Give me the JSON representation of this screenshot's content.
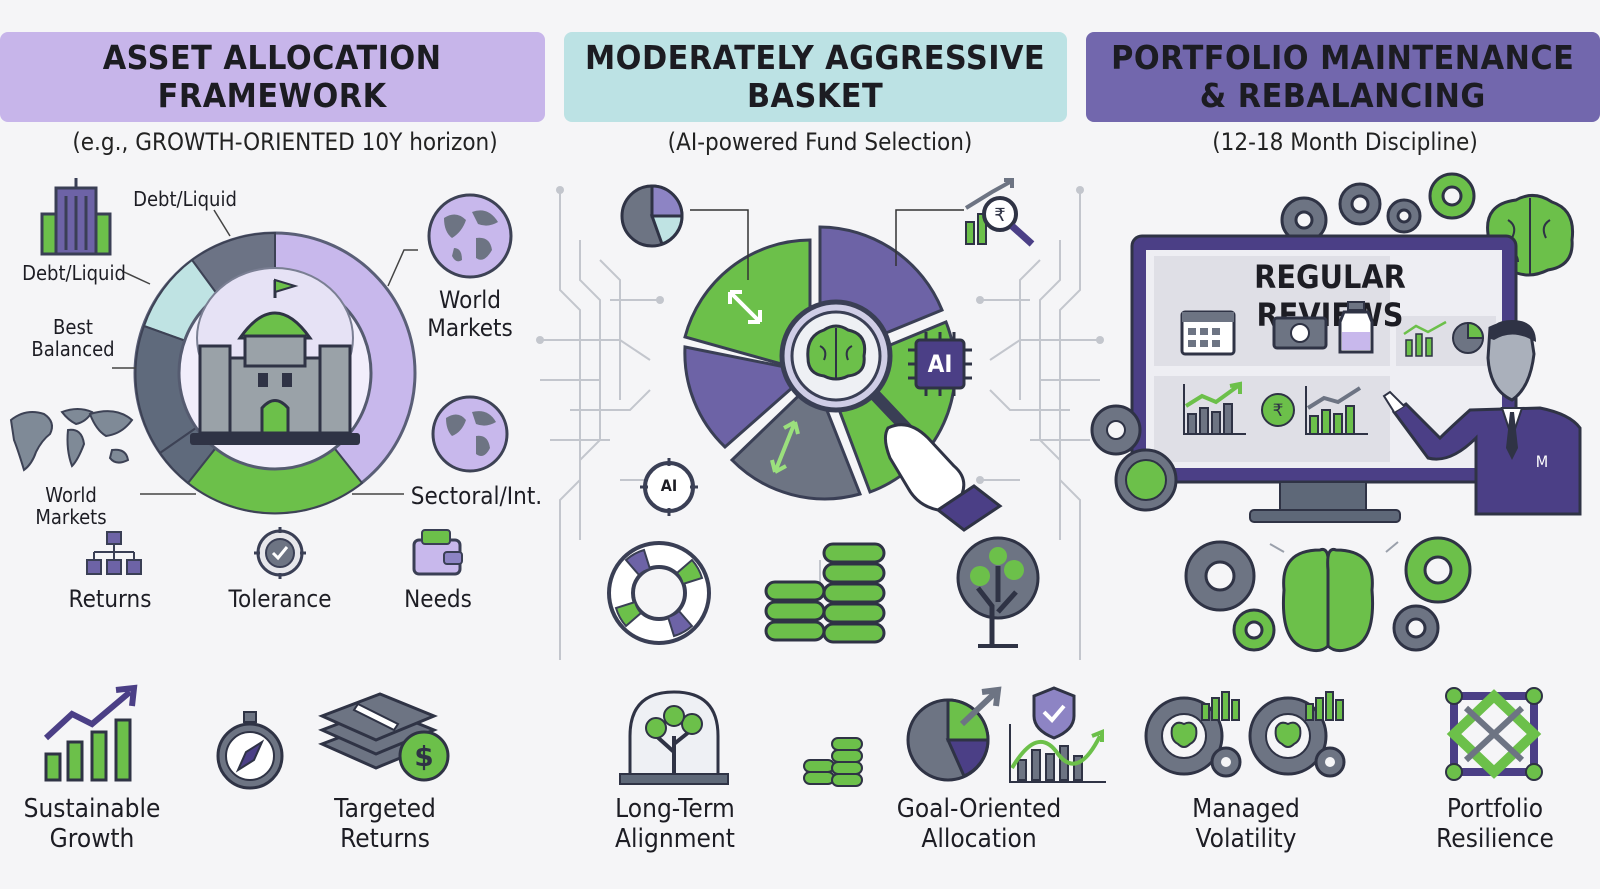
{
  "colors": {
    "purple_light": "#c5b3e8",
    "teal_light": "#b8e0e2",
    "purple_dark": "#6d63a6",
    "green": "#6cc04a",
    "slate": "#5e6878",
    "dark_purple": "#4b3f86"
  },
  "panels": {
    "asset": {
      "title": "ASSET ALLOCATION\nFRAMEWORK",
      "subtitle": "(e.g., GROWTH-ORIENTED 10Y horizon)"
    },
    "basket": {
      "title": "MODERATELY AGGRESSIVE\nBASKET",
      "subtitle": "(AI-powered Fund Selection)"
    },
    "maint": {
      "title": "PORTFOLIO MAINTENANCE\n& REBALANCING",
      "subtitle": "(12-18 Month Discipline)"
    }
  },
  "asset_labels": {
    "debt1": "Debt/Liquid",
    "debt2": "Debt/Liquid",
    "best_balanced": "Best\nBalanced",
    "world_markets_right": "World\nMarkets",
    "world_markets_left": "World Markets",
    "sectoral": "Sectoral/Int."
  },
  "asset_icons": [
    {
      "icon": "org-chart-icon",
      "label": "Returns"
    },
    {
      "icon": "target-check-icon",
      "label": "Tolerance"
    },
    {
      "icon": "wallet-icon",
      "label": "Needs"
    }
  ],
  "ai_labels": {
    "chip": "AI",
    "badge": "AI"
  },
  "reviews_title": "REGULAR REVIEWS",
  "person_badge": "M",
  "outcomes": [
    {
      "icon": "growth-chart-icon",
      "label": "Sustainable\nGrowth"
    },
    {
      "icon": "compass-icon",
      "label": ""
    },
    {
      "icon": "cash-stack-icon",
      "label": "Targeted\nReturns"
    },
    {
      "icon": "tree-dome-icon",
      "label": "Long-Term\nAlignment"
    },
    {
      "icon": "coin-stack-icon",
      "label": ""
    },
    {
      "icon": "pie-arrow-icon",
      "label": "Goal-Oriented\nAllocation"
    },
    {
      "icon": "shield-chart-icon",
      "label": ""
    },
    {
      "icon": "gear-chart-icon",
      "label": "Managed\nVolatility"
    },
    {
      "icon": "network-icon",
      "label": "Portfolio\nResilience"
    }
  ]
}
